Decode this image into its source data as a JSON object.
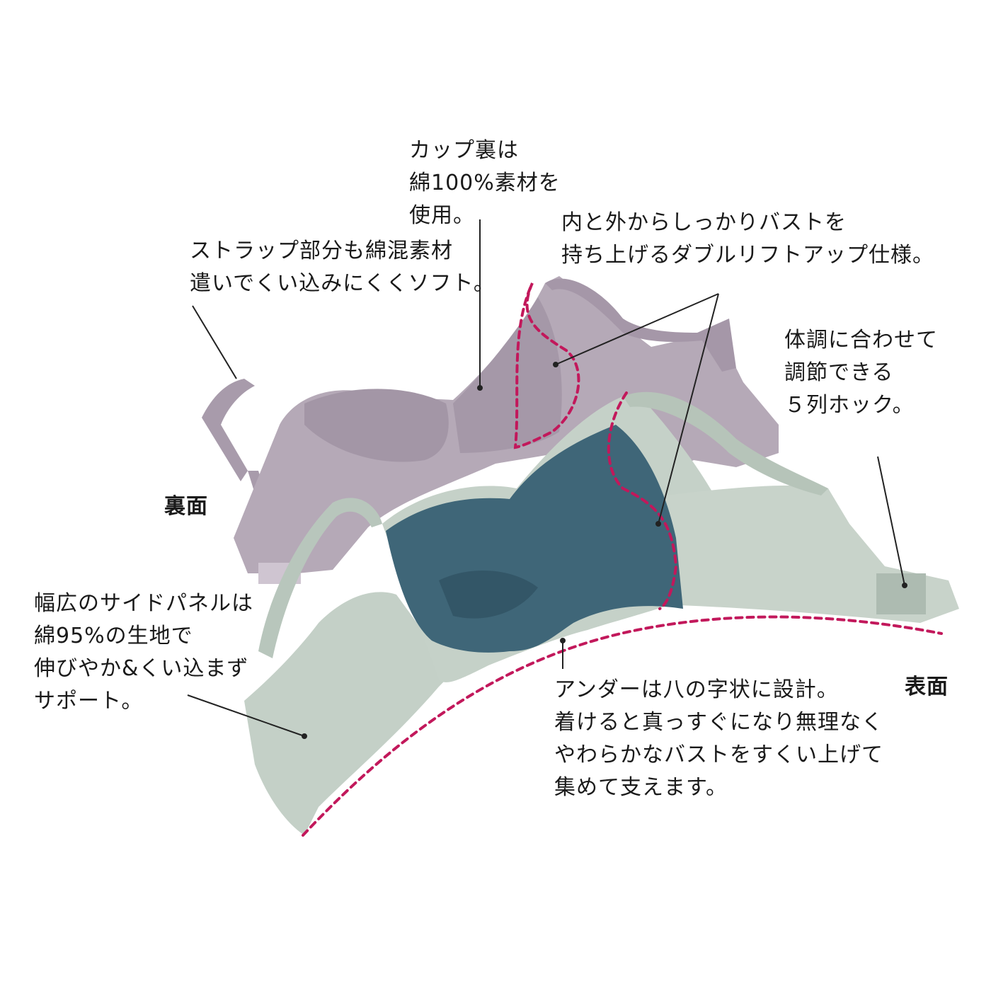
{
  "colors": {
    "back_bra": "#b4a8b6",
    "back_bra_shade": "#9d90a1",
    "front_bra": "#c3cfc6",
    "front_bra_shade": "#a8b7ac",
    "lace": "#3e6577",
    "accent_dashed": "#c2185b",
    "leader_line": "#222222"
  },
  "side_labels": {
    "back": "裏面",
    "front": "表面"
  },
  "callouts": {
    "cup_lining": [
      "カップ裏は",
      "綿100%素材を",
      "使用。"
    ],
    "double_lift": [
      "内と外からしっかりバストを",
      "持ち上げるダブルリフトアップ仕様。"
    ],
    "strap": [
      "ストラップ部分も綿混素材",
      "遣いでくい込みにくくソフト。"
    ],
    "hook": [
      "体調に合わせて",
      "調節できる",
      "５列ホック。"
    ],
    "side_panel": [
      "幅広のサイドパネルは",
      "綿95%の生地で",
      "伸びやか&くい込まず",
      "サポート。"
    ],
    "underband": [
      "アンダーは八の字状に設計。",
      "着けると真っすぐになり無理なく",
      "やわらかなバストをすくい上げて",
      "集めて支えます。"
    ]
  }
}
